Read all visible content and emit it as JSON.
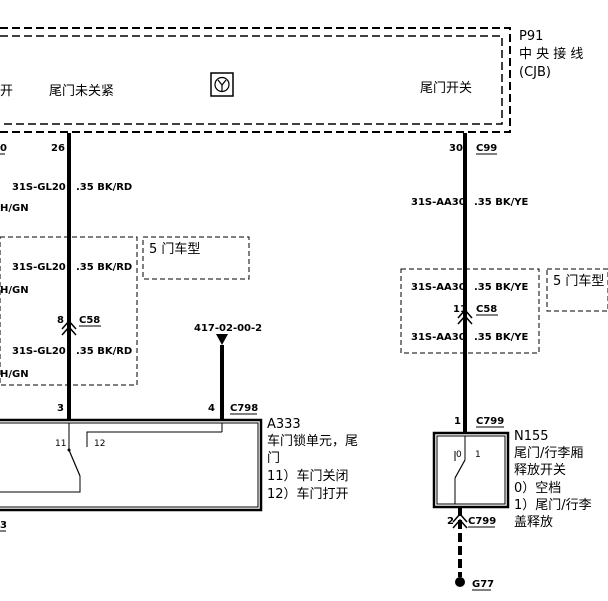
{
  "cjb": {
    "id": "P91",
    "name": "中 央 接 线",
    "abbr": "(CJB)",
    "left_fragment": "开",
    "label_unlatched": "尾门未关紧",
    "label_switch": "尾门开关"
  },
  "left_branch": {
    "pin_top": "26",
    "pin_top_left_fragment": "0",
    "wire1_code": "31S-GL20",
    "wire1_spec": ".35 BK/RD",
    "wire1_left_fragment": "H/GN",
    "variant_label": "5 门车型",
    "wire2_code": "31S-GL20",
    "wire2_spec": ".35 BK/RD",
    "wire2_left_fragment": "H/GN",
    "conn_pin": "8",
    "conn_id": "C58",
    "wire3_code": "31S-GL20",
    "wire3_spec": ".35 BK/RD",
    "wire3_left_fragment": "H/GN",
    "pin_bottom": "3"
  },
  "ground_ref": {
    "ref": "417-02-00-2",
    "pin": "4",
    "conn_id": "C798"
  },
  "a333": {
    "id": "A333",
    "desc_line1": "车门锁单元，尾",
    "desc_line2": "门",
    "state1": "11）车门关闭",
    "state2": "12）车门打开",
    "contact1": "11",
    "contact2": "12",
    "bottom_left_fragment": "3"
  },
  "right_branch": {
    "pin_top": "30",
    "conn_top": "C99",
    "wire1_code": "31S-AA30",
    "wire1_spec": ".35 BK/YE",
    "wire2_code": "31S-AA30",
    "wire2_spec": ".35 BK/YE",
    "conn_pin": "11",
    "conn_id": "C58",
    "wire3_code": "31S-AA30",
    "wire3_spec": ".35 BK/YE",
    "variant_label": "5 门车型",
    "pin_n155_top": "1",
    "conn_n155_top": "C799",
    "pin_n155_bottom": "2",
    "conn_n155_bottom": "C799",
    "ground": "G77"
  },
  "n155": {
    "id": "N155",
    "desc_line1": "尾门/行李厢",
    "desc_line2": "释放开关",
    "state1": "0）空档",
    "state2": "1）尾门/行李",
    "state3": "盖释放",
    "contact0": "0",
    "contact1": "1"
  }
}
